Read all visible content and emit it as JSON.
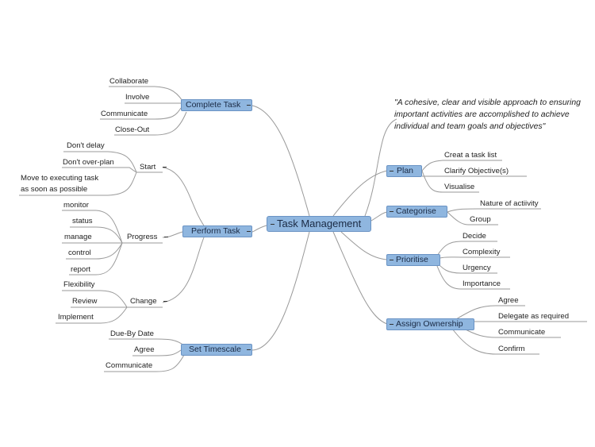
{
  "central": {
    "label": "Task Management"
  },
  "quote": "\"A cohesive, clear and visible approach to ensuring important activities are accomplished to achieve individual  and team goals and objectives\"",
  "left": {
    "complete_task": {
      "label": "Complete Task",
      "leaves": [
        "Collaborate",
        "Involve",
        "Communicate",
        "Close-Out"
      ]
    },
    "perform_task": {
      "label": "Perform Task",
      "start": {
        "label": "Start",
        "leaves": [
          "Don't delay",
          "Don't over-plan",
          "Move to executing task",
          "as soon as possible"
        ]
      },
      "progress": {
        "label": "Progress",
        "leaves": [
          "monitor",
          "status",
          "manage",
          "control",
          "report"
        ]
      },
      "change": {
        "label": "Change",
        "leaves": [
          "Flexibility",
          "Review",
          "Implement"
        ]
      }
    },
    "set_timescale": {
      "label": "Set Timescale",
      "leaves": [
        "Due-By Date",
        "Agree",
        "Communicate"
      ]
    }
  },
  "right": {
    "plan": {
      "label": "Plan",
      "leaves": [
        "Creat a task list",
        "Clarify Objective(s)",
        "Visualise"
      ]
    },
    "categorise": {
      "label": "Categorise",
      "leaves": [
        "Nature of actiivity",
        "Group"
      ]
    },
    "prioritise": {
      "label": "Prioritise",
      "leaves": [
        "Decide",
        "Complexity",
        "Urgency",
        "Importance"
      ]
    },
    "assign_ownership": {
      "label": "Assign Ownership",
      "leaves": [
        "Agree",
        "Delegate as required",
        "Communicate",
        "Confirm"
      ]
    }
  },
  "colors": {
    "node_fill": "#8fb6df",
    "node_border": "#6a93c4",
    "link": "#9a9a9a"
  }
}
